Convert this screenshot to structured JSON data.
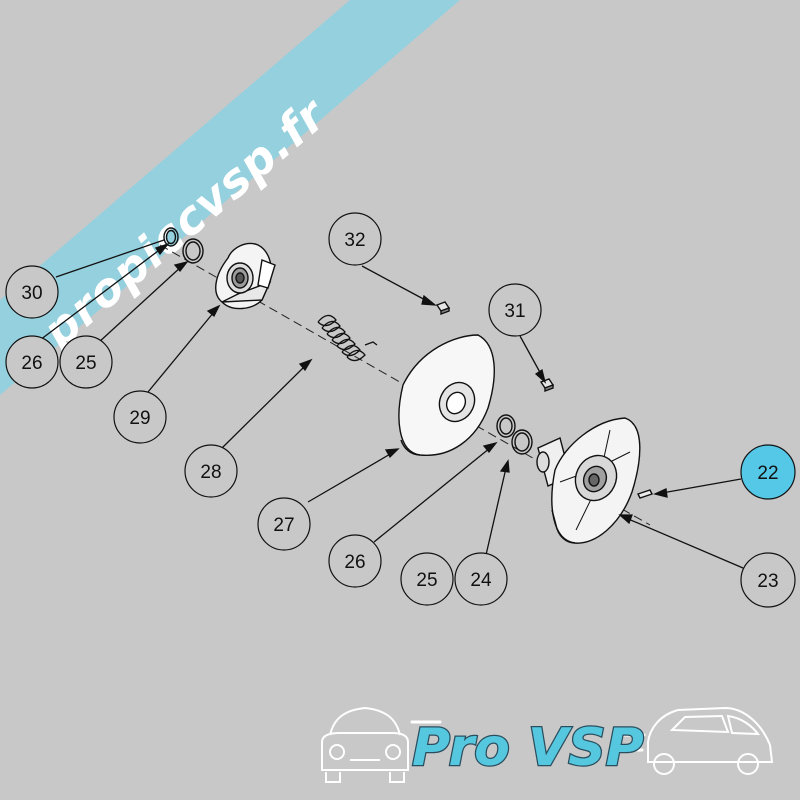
{
  "watermark": {
    "text": "propiccvsp.fr",
    "band_color": "#8fd0e0"
  },
  "callouts": [
    {
      "id": "c30",
      "label": "30",
      "highlight": false
    },
    {
      "id": "c26a",
      "label": "26",
      "highlight": false
    },
    {
      "id": "c25a",
      "label": "25",
      "highlight": false
    },
    {
      "id": "c29",
      "label": "29",
      "highlight": false
    },
    {
      "id": "c28",
      "label": "28",
      "highlight": false
    },
    {
      "id": "c32",
      "label": "32",
      "highlight": false
    },
    {
      "id": "c27",
      "label": "27",
      "highlight": false
    },
    {
      "id": "c31",
      "label": "31",
      "highlight": false
    },
    {
      "id": "c26b",
      "label": "26",
      "highlight": false
    },
    {
      "id": "c25b",
      "label": "25",
      "highlight": false
    },
    {
      "id": "c24",
      "label": "24",
      "highlight": false
    },
    {
      "id": "c22",
      "label": "22",
      "highlight": true
    },
    {
      "id": "c23",
      "label": "23",
      "highlight": false
    }
  ],
  "colors": {
    "background": "#c8c8c8",
    "highlight": "#55c8e8",
    "callout_fill": "#c8c8c8",
    "line": "#111111"
  },
  "logo": {
    "text": "Pro VSP",
    "color": "#55c8e0"
  }
}
